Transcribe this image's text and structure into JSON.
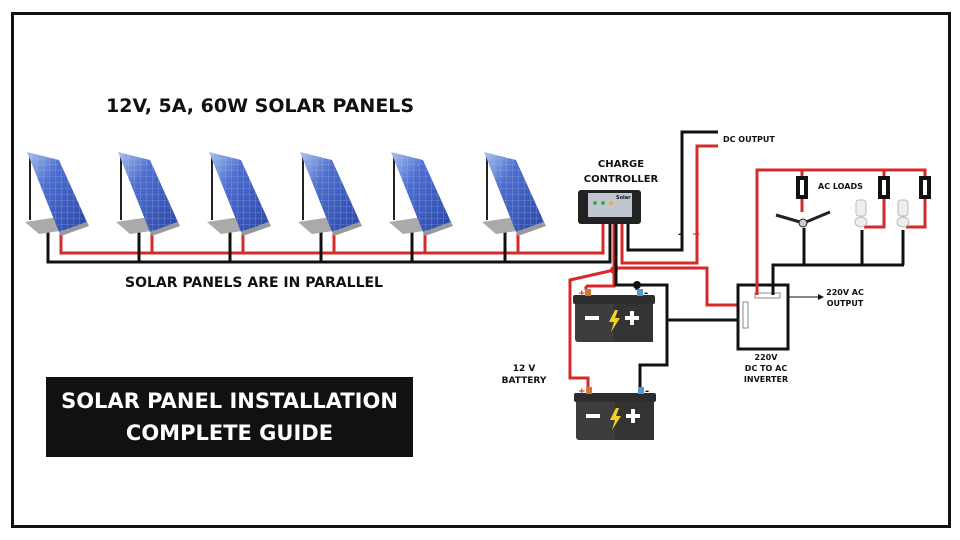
{
  "title": "12V, 5A, 60W SOLAR PANELS",
  "parallel_label": "SOLAR PANELS ARE IN PARALLEL",
  "controller": {
    "line1": "CHARGE",
    "line2": "CONTROLLER",
    "brand": "Solar"
  },
  "dc_output": "DC OUTPUT",
  "dc_minus": "-",
  "dc_plus": "+",
  "ac_loads": "AC LOADS",
  "ac_output": {
    "line1": "220V AC",
    "line2": "OUTPUT"
  },
  "inverter": {
    "line1": "220V",
    "line2": "DC TO AC",
    "line3": "INVERTER"
  },
  "battery_label": {
    "line1": "12 V",
    "line2": "BATTERY"
  },
  "battery_symbols": {
    "minus": "−",
    "plus": "+"
  },
  "guide": {
    "line1": "SOLAR PANEL INSTALLATION",
    "line2": "COMPLETE GUIDE"
  },
  "colors": {
    "positive": "#d42a2a",
    "negative": "#111111",
    "panel": "#3b5fc4",
    "battery": "#3d3d3d",
    "bolt": "#f4d21f"
  }
}
